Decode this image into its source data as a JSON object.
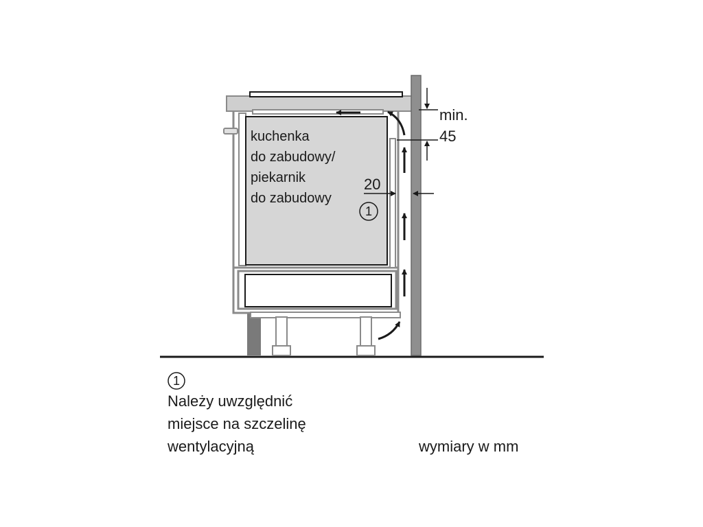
{
  "appliance": {
    "lines": [
      "kuchenka",
      "do zabudowy/",
      "piekarnik",
      "do zabudowy"
    ],
    "callout_marker": "1"
  },
  "dimensions": {
    "min_label": "min.",
    "min_value": "45",
    "gap_value": "20"
  },
  "footnote": {
    "marker": "1",
    "lines": [
      "Należy uwzględnić",
      "miejsce na szczelinę",
      "wentylacyjną"
    ]
  },
  "units_note": "wymiary w mm"
}
